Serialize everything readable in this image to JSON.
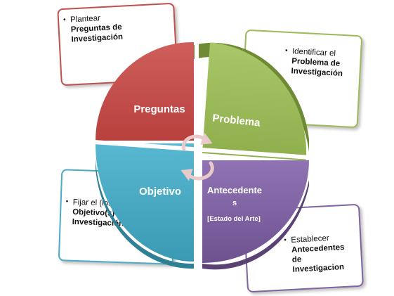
{
  "cards": {
    "preguntas": {
      "bullet": "•",
      "line1": "Plantear",
      "strong": [
        "Preguntas de",
        "Investigación"
      ]
    },
    "problema": {
      "bullet": "•",
      "line1": "Identificar el",
      "strong": [
        "Problema de",
        "Investigación"
      ]
    },
    "objetivo": {
      "bullet": "•",
      "line1": "Fijar el (los)",
      "strong": [
        "Objetivo(s) de",
        "Investigación"
      ]
    },
    "antecedentes": {
      "bullet": "•",
      "line1": "Establecer",
      "strong": [
        "Antecedentes",
        "de",
        "Investigacion"
      ]
    }
  },
  "quadrants": {
    "preguntas": {
      "label": "Preguntas"
    },
    "problema": {
      "label": "Problema"
    },
    "objetivo": {
      "label": "Objetivo"
    },
    "antecedentes": {
      "label_lines": [
        "Antecedente",
        "s"
      ],
      "sub": "[Estado del Arte]"
    }
  },
  "colors": {
    "red": "#c0504d",
    "green": "#9bbb59",
    "blue": "#4bacc6",
    "purple": "#8064a2"
  }
}
